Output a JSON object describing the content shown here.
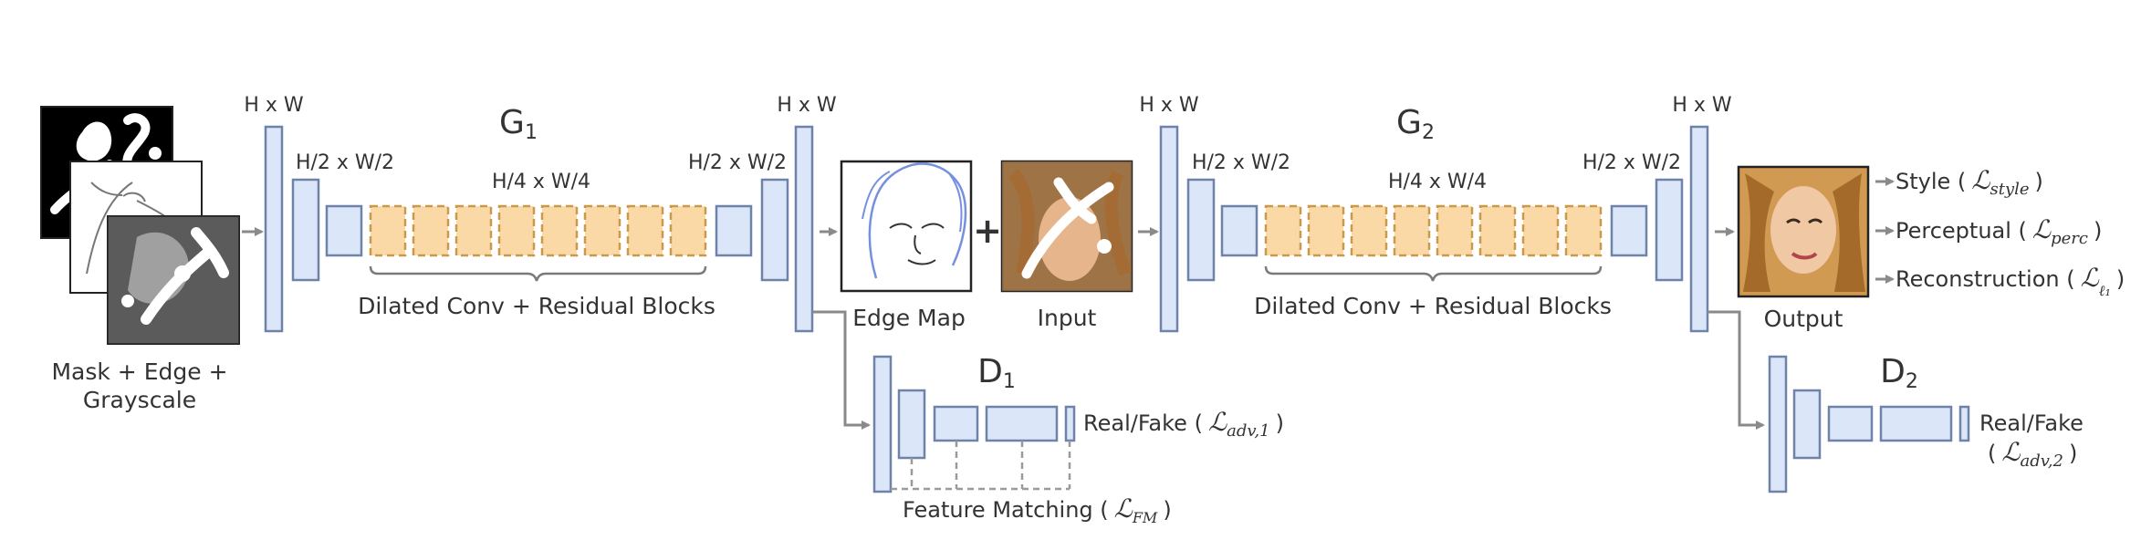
{
  "g1": {
    "title": "G",
    "sub": "1",
    "dim_full_in": "H x W",
    "dim_half_in": "H/2 x W/2",
    "dim_quarter": "H/4 x W/4",
    "dim_half_out": "H/2 x W/2",
    "dim_full_out": "H x W",
    "blocks_caption": "Dilated Conv + Residual Blocks"
  },
  "g2": {
    "title": "G",
    "sub": "2",
    "dim_full_in": "H x W",
    "dim_half_in": "H/2 x W/2",
    "dim_quarter": "H/4 x W/4",
    "dim_half_out": "H/2 x W/2",
    "dim_full_out": "H x W",
    "blocks_caption": "Dilated Conv + Residual Blocks"
  },
  "d1": {
    "title": "D",
    "sub": "1",
    "out_prefix": "Real/Fake (",
    "loss_sym": "ℒ",
    "loss_sub": "adv,1",
    "out_suffix": ")",
    "fm_prefix": "Feature Matching (",
    "fm_sym": "ℒ",
    "fm_sub": "FM",
    "fm_suffix": ")"
  },
  "d2": {
    "title": "D",
    "sub": "2",
    "out_line1": "Real/Fake",
    "out_prefix": "(",
    "loss_sym": "ℒ",
    "loss_sub": "adv,2",
    "out_suffix": ")"
  },
  "input_stack": {
    "caption_line1": "Mask + Edge +",
    "caption_line2": "Grayscale"
  },
  "edge_map": {
    "caption": "Edge Map"
  },
  "plus": "+",
  "masked_input": {
    "caption": "Input"
  },
  "output": {
    "caption": "Output"
  },
  "losses": [
    {
      "name": "Style (",
      "sym": "ℒ",
      "sub": "style",
      "close": ")"
    },
    {
      "name": "Perceptual (",
      "sym": "ℒ",
      "sub": "perc",
      "close": ")"
    },
    {
      "name": "Reconstruction (",
      "sym": "ℒ",
      "sub": "ℓ₁",
      "close": ")"
    }
  ]
}
